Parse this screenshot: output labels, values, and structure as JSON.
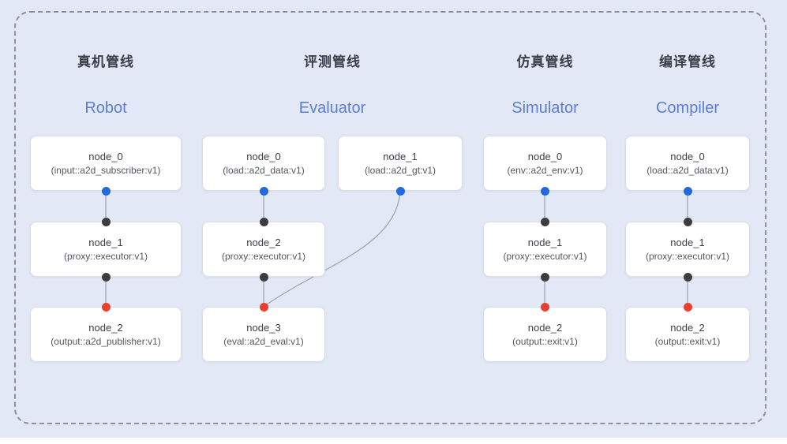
{
  "colors": {
    "background": "#e3e8f6",
    "frame_dash": "#8b909c",
    "node_bg": "#ffffff",
    "node_border": "#dadee7",
    "edge_line": "#9aa1b0",
    "port_blue": "#2268e0",
    "port_dark": "#3d3d40",
    "port_red": "#e8402c",
    "title_zh_color": "#3b3e47",
    "title_en_color": "#5b7ed5",
    "node_name_color": "#3d4048",
    "node_type_color": "#54575f"
  },
  "pipelines": [
    {
      "title_zh": "真机管线",
      "title_en": "Robot",
      "nodes": [
        {
          "name": "node_0",
          "type": "(input::a2d_subscriber:v1)"
        },
        {
          "name": "node_1",
          "type": "(proxy::executor:v1)"
        },
        {
          "name": "node_2",
          "type": "(output::a2d_publisher:v1)"
        }
      ]
    },
    {
      "title_zh": "评测管线",
      "title_en": "Evaluator",
      "nodes": [
        {
          "name": "node_0",
          "type": "(load::a2d_data:v1)"
        },
        {
          "name": "node_1",
          "type": "(load::a2d_gt:v1)"
        },
        {
          "name": "node_2",
          "type": "(proxy::executor:v1)"
        },
        {
          "name": "node_3",
          "type": "(eval::a2d_eval:v1)"
        }
      ]
    },
    {
      "title_zh": "仿真管线",
      "title_en": "Simulator",
      "nodes": [
        {
          "name": "node_0",
          "type": "(env::a2d_env:v1)"
        },
        {
          "name": "node_1",
          "type": "(proxy::executor:v1)"
        },
        {
          "name": "node_2",
          "type": "(output::exit:v1)"
        }
      ]
    },
    {
      "title_zh": "编译管线",
      "title_en": "Compiler",
      "nodes": [
        {
          "name": "node_0",
          "type": "(load::a2d_data:v1)"
        },
        {
          "name": "node_1",
          "type": "(proxy::executor:v1)"
        },
        {
          "name": "node_2",
          "type": "(output::exit:v1)"
        }
      ]
    }
  ]
}
